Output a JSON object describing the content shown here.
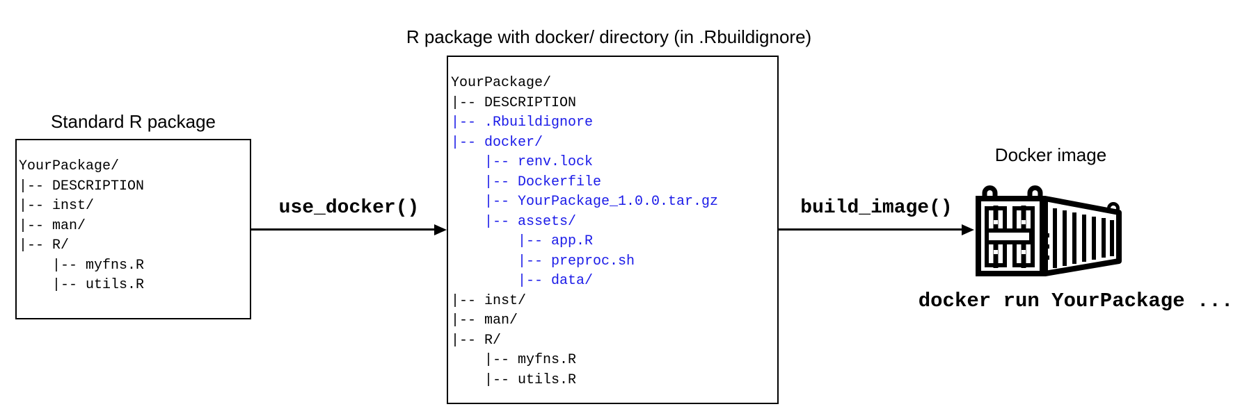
{
  "colors": {
    "highlight_blue": "#1A1AE8",
    "ink": "#000000",
    "background": "#FFFFFF"
  },
  "left_package": {
    "title": "Standard R package",
    "tree": [
      {
        "text": "YourPackage/",
        "highlight": false
      },
      {
        "text": "|-- DESCRIPTION",
        "highlight": false
      },
      {
        "text": "|-- inst/",
        "highlight": false
      },
      {
        "text": "|-- man/",
        "highlight": false
      },
      {
        "text": "|-- R/",
        "highlight": false
      },
      {
        "text": "    |-- myfns.R",
        "highlight": false
      },
      {
        "text": "    |-- utils.R",
        "highlight": false
      }
    ]
  },
  "middle_package": {
    "title": "R package with docker/ directory (in .Rbuildignore)",
    "tree": [
      {
        "text": "YourPackage/",
        "highlight": false
      },
      {
        "text": "|-- DESCRIPTION",
        "highlight": false
      },
      {
        "text": "|-- .Rbuildignore",
        "highlight": true
      },
      {
        "text": "|-- docker/",
        "highlight": true
      },
      {
        "text": "    |-- renv.lock",
        "highlight": true
      },
      {
        "text": "    |-- Dockerfile",
        "highlight": true
      },
      {
        "text": "    |-- YourPackage_1.0.0.tar.gz",
        "highlight": true
      },
      {
        "text": "    |-- assets/",
        "highlight": true
      },
      {
        "text": "        |-- app.R",
        "highlight": true
      },
      {
        "text": "        |-- preproc.sh",
        "highlight": true
      },
      {
        "text": "        |-- data/",
        "highlight": true
      },
      {
        "text": "|-- inst/",
        "highlight": false
      },
      {
        "text": "|-- man/",
        "highlight": false
      },
      {
        "text": "|-- R/",
        "highlight": false
      },
      {
        "text": "    |-- myfns.R",
        "highlight": false
      },
      {
        "text": "    |-- utils.R",
        "highlight": false
      }
    ]
  },
  "arrows": {
    "use_docker": {
      "label": "use_docker()"
    },
    "build_image": {
      "label": "build_image()"
    }
  },
  "docker_image": {
    "title": "Docker image",
    "icon": "shipping-container-icon",
    "command": "docker run YourPackage ..."
  }
}
